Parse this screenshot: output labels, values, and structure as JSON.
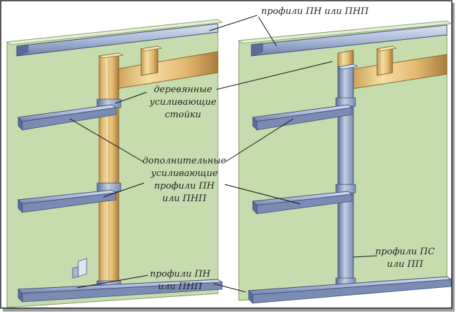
{
  "labels": {
    "top_profiles": "профили ПН или ПНП",
    "wood_studs": [
      "деревянные",
      "усиливающие",
      "стойки"
    ],
    "extra_profiles": [
      "дополнительные",
      "усиливающие",
      "профили ПН",
      "или ПНП"
    ],
    "bottom_profiles": [
      "профили ПН",
      "или ПНП"
    ],
    "side_profiles": [
      "профили ПС",
      "или ПП"
    ]
  },
  "colors": {
    "panel": "#c6dcae",
    "panel_edge": "#9bb582",
    "panel_top": "#e2eed5",
    "metal_light": "#c4d1e6",
    "metal_mid": "#8fa3c7",
    "metal_dark": "#4d5f8c",
    "wood_light": "#f2dc9e",
    "wood_mid": "#deb46a",
    "wood_dark": "#9e7436",
    "leader": "#111111"
  }
}
